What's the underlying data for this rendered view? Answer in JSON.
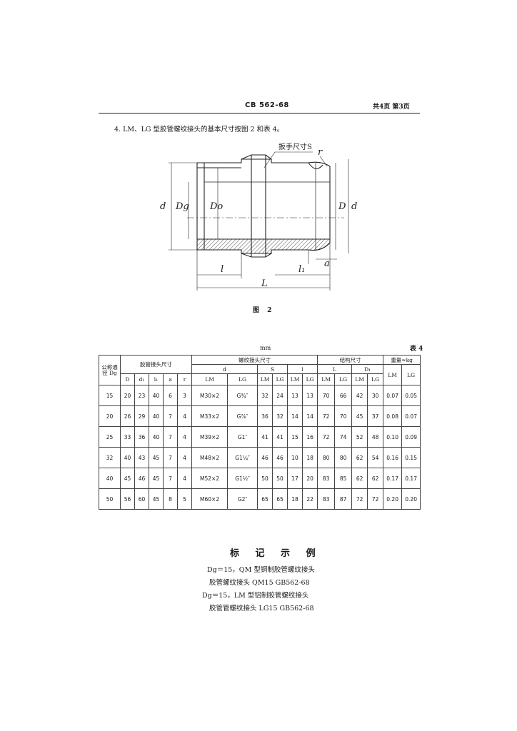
{
  "header": {
    "doc_code": "CB 562-68",
    "page_info": "共4页  第3页"
  },
  "section": {
    "text": "4.  LM、LG 型胶管螺纹接头的基本尺寸按图 2 和表 4。"
  },
  "figure": {
    "labels": {
      "wrench": "扳手尺寸S",
      "r": "r",
      "d": "d",
      "dg": "Dg",
      "do": "Do",
      "D": "D",
      "d1": "d₁",
      "l": "l",
      "l1": "l₁",
      "a": "a",
      "L": "L"
    },
    "caption": "图 2"
  },
  "table": {
    "unit": "mm",
    "label": "表 4",
    "group_headers": {
      "dg": "公称通径 Dg",
      "hose": "胶管接头尺寸",
      "thread": "螺纹接头尺寸",
      "struct": "结构尺寸",
      "weight": "重量≈kg"
    },
    "sub_headers": {
      "D": "D",
      "d1": "d₁",
      "l1": "l₁",
      "a": "a",
      "r": "r",
      "d": "d",
      "S": "S",
      "l": "l",
      "L": "L",
      "D1": "D₁",
      "LM": "LM",
      "LG": "LG"
    },
    "rows": [
      [
        "15",
        "20",
        "23",
        "40",
        "6",
        "3",
        "M30×2",
        "G¾″",
        "32",
        "24",
        "13",
        "13",
        "70",
        "66",
        "42",
        "30",
        "0.07",
        "0.05"
      ],
      [
        "20",
        "26",
        "29",
        "40",
        "7",
        "4",
        "M33×2",
        "G⅞″",
        "36",
        "32",
        "14",
        "14",
        "72",
        "70",
        "45",
        "37",
        "0.08",
        "0.07"
      ],
      [
        "25",
        "33",
        "36",
        "40",
        "7",
        "4",
        "M39×2",
        "G1″",
        "41",
        "41",
        "15",
        "16",
        "72",
        "74",
        "52",
        "48",
        "0.10",
        "0.09"
      ],
      [
        "32",
        "40",
        "43",
        "45",
        "7",
        "4",
        "M48×2",
        "G1¼″",
        "46",
        "46",
        "10",
        "18",
        "80",
        "80",
        "62",
        "54",
        "0.16",
        "0.15"
      ],
      [
        "40",
        "45",
        "46",
        "45",
        "7",
        "4",
        "M52×2",
        "G1½″",
        "50",
        "50",
        "17",
        "20",
        "83",
        "85",
        "62",
        "62",
        "0.17",
        "0.17"
      ],
      [
        "50",
        "56",
        "60",
        "45",
        "8",
        "5",
        "M60×2",
        "G2″",
        "65",
        "65",
        "18",
        "22",
        "83",
        "87",
        "72",
        "72",
        "0.20",
        "0.20"
      ]
    ]
  },
  "marking": {
    "title": "标 记 示 例",
    "lines": [
      "Dg＝15，QM 型铜制胶管螺纹接头",
      "胶管螺纹接头 QM15   GB562-68",
      "Dg＝15，LM 型铝制胶管螺纹接头",
      "胶管管螺纹接头 LG15   GB562-68"
    ]
  }
}
